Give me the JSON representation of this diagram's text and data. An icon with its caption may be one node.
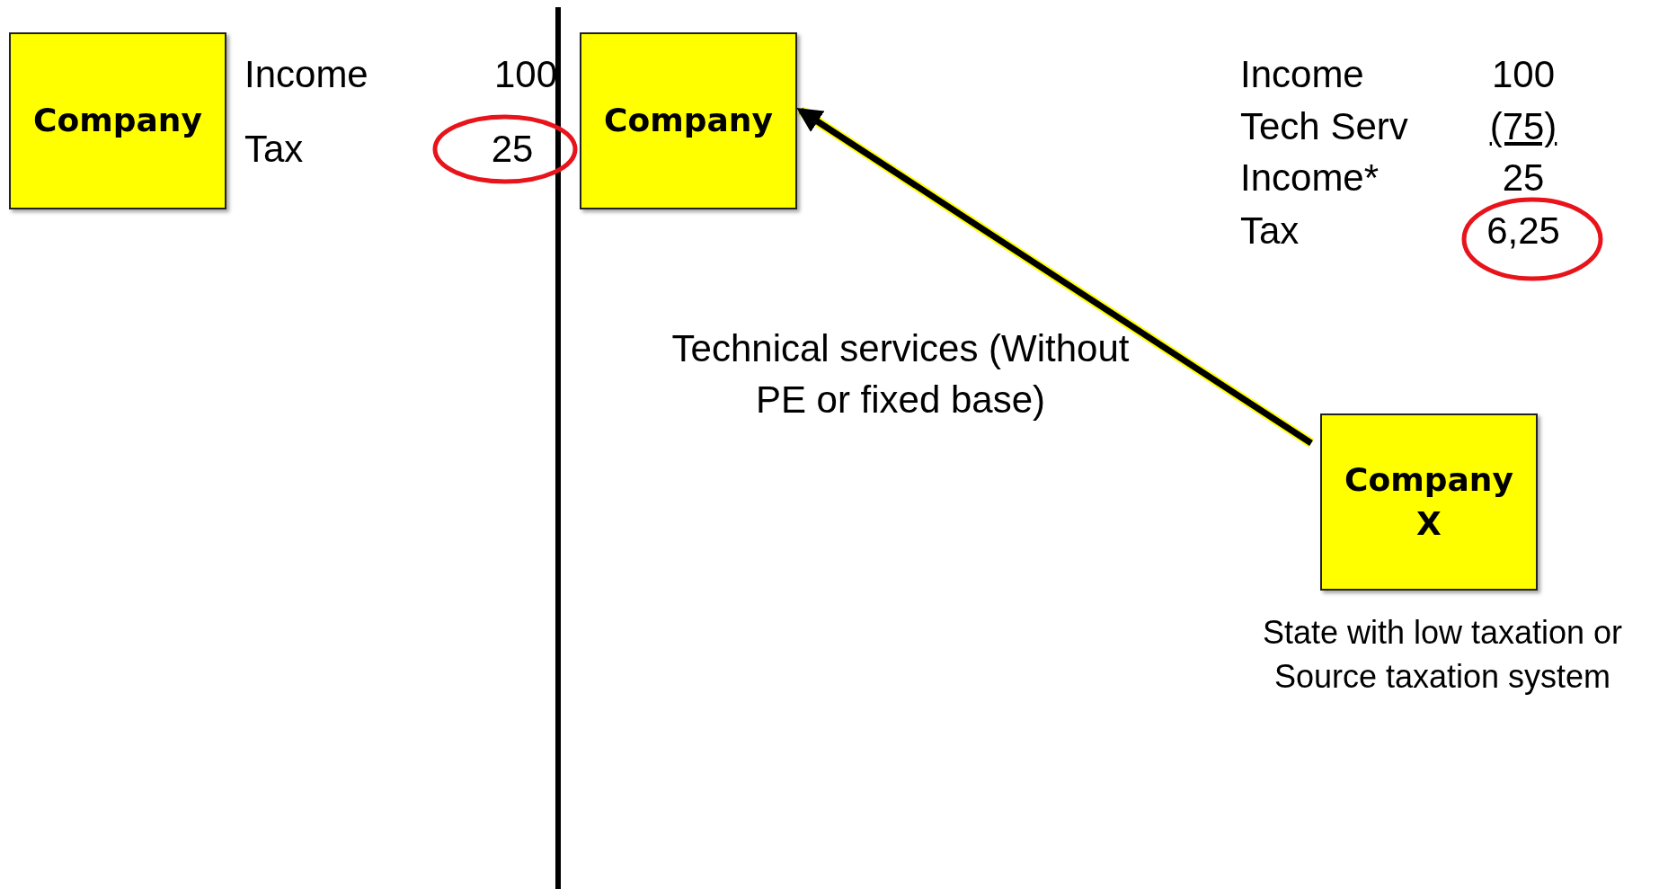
{
  "diagram": {
    "nodes": [
      {
        "text": [
          "Company"
        ]
      },
      {
        "text": [
          "Company"
        ]
      },
      {
        "text": [
          "Company X"
        ],
        "beside": [
          "State with low taxation or Source taxation system"
        ]
      }
    ],
    "edges": [
      {
        "from": 2,
        "to": 1,
        "arrow": "to",
        "label": "Technical services (Without PE or fixed base)"
      }
    ],
    "labels": [
      "Income",
      "100",
      "Tax",
      "25",
      "Income",
      "100",
      "Tech Serv",
      "(75)",
      "Income*",
      "25",
      "Tax",
      "6,25"
    ]
  }
}
